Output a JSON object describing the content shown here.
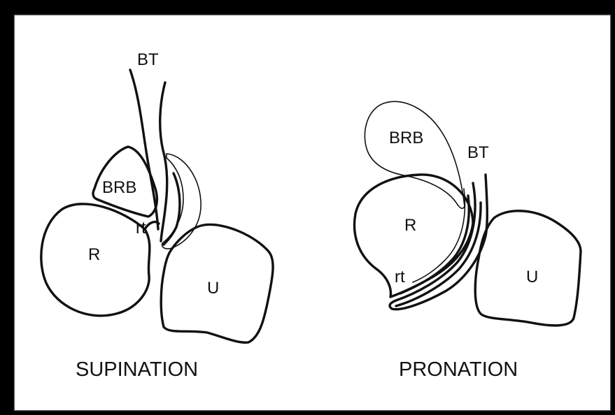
{
  "colors": {
    "frame": "#000000",
    "panel": "#ffffff",
    "ink": "#111111"
  },
  "supination": {
    "caption": "SUPINATION",
    "labels": {
      "bt": "BT",
      "brb": "BRB",
      "r": "R",
      "rt": "rt",
      "u": "U"
    }
  },
  "pronation": {
    "caption": "PRONATION",
    "labels": {
      "bt": "BT",
      "brb": "BRB",
      "r": "R",
      "rt": "rt",
      "u": "U"
    }
  }
}
